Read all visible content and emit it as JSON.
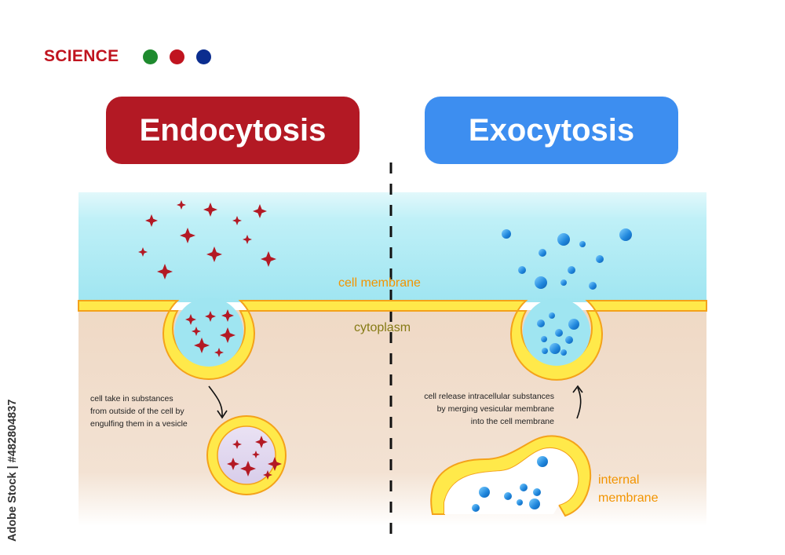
{
  "brand": {
    "label": "SCIENCE",
    "dot_colors": [
      "#1e8a2e",
      "#c0141f",
      "#0b2d8f"
    ]
  },
  "endocytosis": {
    "title": "Endocytosis",
    "color": "#b31924",
    "description": [
      "cell take in substances",
      "from outside of the cell by",
      "engulfing them in a vesicle"
    ]
  },
  "exocytosis": {
    "title": "Exocytosis",
    "color": "#3d8ef0",
    "description": [
      "cell release intracellular substances",
      "by merging vesicular membrane",
      "into the cell membrane"
    ]
  },
  "labels": {
    "cell_membrane": "cell membrane",
    "cytoplasm": "cytoplasm",
    "internal_membrane": [
      "internal",
      "membrane"
    ]
  },
  "colors": {
    "extracellular": "#aeeaf4",
    "cytoplasm": "#f1dcc9",
    "membrane_fill": "#ffe94a",
    "membrane_edge": "#f4a21a",
    "substance_star": "#b31924",
    "substance_bead": "#2a8fe0",
    "label_orange": "#f29400",
    "label_olive": "#857a14"
  },
  "stock_caption": "Adobe Stock | #482804837",
  "icons": [
    "star-substance-icon",
    "bead-substance-icon",
    "curved-arrow-icon"
  ]
}
